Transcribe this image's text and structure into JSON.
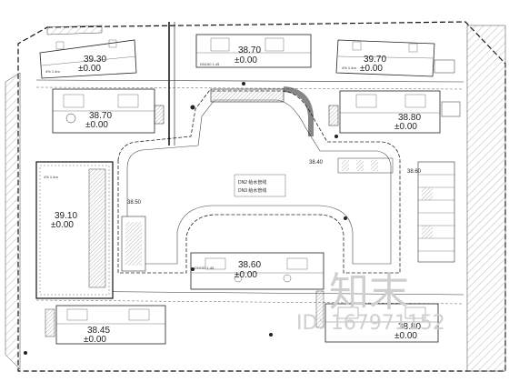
{
  "buildings": [
    {
      "id": "b1",
      "elevation": "39.30",
      "zero": "±0.00"
    },
    {
      "id": "b2",
      "elevation": "38.70",
      "zero": "±0.00"
    },
    {
      "id": "b3",
      "elevation": "39.70",
      "zero": "±0.00"
    },
    {
      "id": "b4",
      "elevation": "38.70",
      "zero": "±0.00"
    },
    {
      "id": "b5",
      "elevation": "38.80",
      "zero": "±0.00"
    },
    {
      "id": "b6",
      "elevation": "39.10",
      "zero": "±0.00"
    },
    {
      "id": "b7",
      "elevation": "38.60",
      "zero": "±0.00"
    },
    {
      "id": "b8",
      "elevation": "38.45",
      "zero": "±0.00"
    },
    {
      "id": "b9",
      "elevation": "38.80",
      "zero": "±0.00"
    }
  ],
  "spot_levels": [
    {
      "id": "s1",
      "value": "38.40"
    },
    {
      "id": "s2",
      "value": "38.60"
    },
    {
      "id": "s3",
      "value": "38.50"
    }
  ],
  "center_note": {
    "line1": "DN2 给水管线",
    "line2": "DN3 给水管线"
  },
  "watermark": {
    "text": "知末",
    "id_text": "ID: 167971152"
  }
}
